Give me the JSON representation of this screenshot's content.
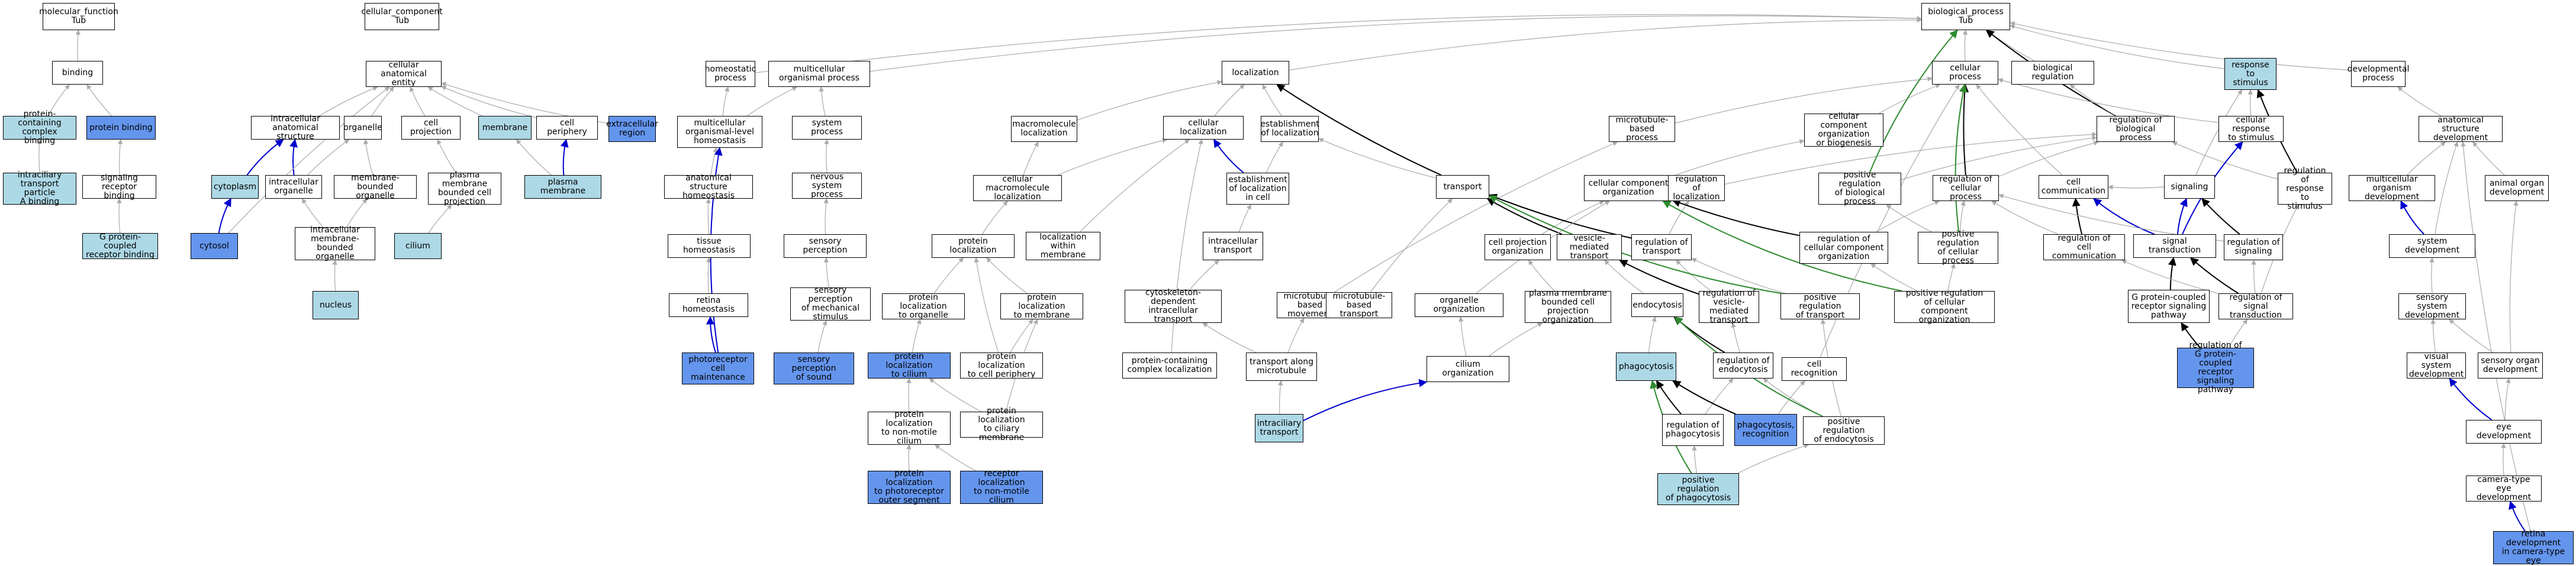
{
  "colors": {
    "plain": "#ffffff",
    "light": "#add8e6",
    "dark": "#6495ed",
    "edge_gray": "#aaaaaa",
    "edge_black": "#000000",
    "edge_blue": "#0000cd",
    "edge_green": "#2e8b2e"
  },
  "nodes": [
    {
      "id": "mf",
      "label": "molecular_function\nTub",
      "style": "plain"
    },
    {
      "id": "cc",
      "label": "cellular_component\nTub",
      "style": "plain"
    },
    {
      "id": "bp",
      "label": "biological_process\nTub",
      "style": "plain"
    },
    {
      "id": "binding",
      "label": "binding",
      "style": "plain"
    },
    {
      "id": "pcb",
      "label": "protein-containing\ncomplex binding",
      "style": "light"
    },
    {
      "id": "pb",
      "label": "protein binding",
      "style": "dark"
    },
    {
      "id": "itpab",
      "label": "intraciliary\ntransport particle\nA binding",
      "style": "light"
    },
    {
      "id": "srb",
      "label": "signaling receptor\nbinding",
      "style": "plain"
    },
    {
      "id": "gpcrb",
      "label": "G protein-coupled\nreceptor binding",
      "style": "light"
    },
    {
      "id": "cae",
      "label": "cellular anatomical\nentity",
      "style": "plain"
    },
    {
      "id": "ias",
      "label": "intracellular\nanatomical structure",
      "style": "plain"
    },
    {
      "id": "organelle",
      "label": "organelle",
      "style": "plain"
    },
    {
      "id": "cproj",
      "label": "cell projection",
      "style": "plain"
    },
    {
      "id": "membrane",
      "label": "membrane",
      "style": "light"
    },
    {
      "id": "cperiph",
      "label": "cell periphery",
      "style": "plain"
    },
    {
      "id": "ecr",
      "label": "extracellular\nregion",
      "style": "dark"
    },
    {
      "id": "cytoplasm",
      "label": "cytoplasm",
      "style": "light"
    },
    {
      "id": "io",
      "label": "intracellular\norganelle",
      "style": "plain"
    },
    {
      "id": "mbo",
      "label": "membrane-bounded\norganelle",
      "style": "plain"
    },
    {
      "id": "pmbcp",
      "label": "plasma membrane\nbounded cell\nprojection",
      "style": "plain"
    },
    {
      "id": "pm",
      "label": "plasma membrane",
      "style": "light"
    },
    {
      "id": "cytosol",
      "label": "cytosol",
      "style": "dark"
    },
    {
      "id": "imbo",
      "label": "intracellular\nmembrane-bounded\norganelle",
      "style": "plain"
    },
    {
      "id": "cilium",
      "label": "cilium",
      "style": "light"
    },
    {
      "id": "nucleus",
      "label": "nucleus",
      "style": "light"
    },
    {
      "id": "homeo",
      "label": "homeostatic\nprocess",
      "style": "plain"
    },
    {
      "id": "mop",
      "label": "multicellular\norganismal process",
      "style": "plain"
    },
    {
      "id": "molh",
      "label": "multicellular\norganismal-level\nhomeostasis",
      "style": "plain"
    },
    {
      "id": "sysp",
      "label": "system process",
      "style": "plain"
    },
    {
      "id": "ash",
      "label": "anatomical structure\nhomeostasis",
      "style": "plain"
    },
    {
      "id": "nsp",
      "label": "nervous system\nprocess",
      "style": "plain"
    },
    {
      "id": "th",
      "label": "tissue homeostasis",
      "style": "plain"
    },
    {
      "id": "sensp",
      "label": "sensory perception",
      "style": "plain"
    },
    {
      "id": "rh",
      "label": "retina homeostasis",
      "style": "plain"
    },
    {
      "id": "spms",
      "label": "sensory perception\nof mechanical\nstimulus",
      "style": "plain"
    },
    {
      "id": "pcm",
      "label": "photoreceptor\ncell maintenance",
      "style": "dark"
    },
    {
      "id": "sps",
      "label": "sensory perception\nof sound",
      "style": "dark"
    },
    {
      "id": "loc",
      "label": "localization",
      "style": "plain"
    },
    {
      "id": "macloc",
      "label": "macromolecule\nlocalization",
      "style": "plain"
    },
    {
      "id": "cloc",
      "label": "cellular localization",
      "style": "plain"
    },
    {
      "id": "eloc",
      "label": "establishment\nof localization",
      "style": "plain"
    },
    {
      "id": "cmloc",
      "label": "cellular macromolecule\nlocalization",
      "style": "plain"
    },
    {
      "id": "elocc",
      "label": "establishment\nof localization\nin cell",
      "style": "plain"
    },
    {
      "id": "ploc",
      "label": "protein localization",
      "style": "plain"
    },
    {
      "id": "lwm",
      "label": "localization\nwithin membrane",
      "style": "plain"
    },
    {
      "id": "ict",
      "label": "intracellular\ntransport",
      "style": "plain"
    },
    {
      "id": "plorg",
      "label": "protein localization\nto organelle",
      "style": "plain"
    },
    {
      "id": "plmem",
      "label": "protein localization\nto membrane",
      "style": "plain"
    },
    {
      "id": "cdit",
      "label": "cytoskeleton-dependent\nintracellular\ntransport",
      "style": "plain"
    },
    {
      "id": "mbm",
      "label": "microtubule-based\nmovement",
      "style": "plain"
    },
    {
      "id": "mbt",
      "label": "microtubule-based\ntransport",
      "style": "plain"
    },
    {
      "id": "plcil",
      "label": "protein localization\nto cilium",
      "style": "dark"
    },
    {
      "id": "plcp",
      "label": "protein localization\nto cell periphery",
      "style": "plain"
    },
    {
      "id": "pcloc",
      "label": "protein-containing\ncomplex localization",
      "style": "plain"
    },
    {
      "id": "tam",
      "label": "transport along\nmicrotubule",
      "style": "plain"
    },
    {
      "id": "plnmc",
      "label": "protein localization\nto non-motile\ncilium",
      "style": "plain"
    },
    {
      "id": "plcm",
      "label": "protein localization\nto ciliary membrane",
      "style": "plain"
    },
    {
      "id": "ift",
      "label": "intraciliary\ntransport",
      "style": "light"
    },
    {
      "id": "plpos",
      "label": "protein localization\nto photoreceptor\nouter segment",
      "style": "dark"
    },
    {
      "id": "rlnmc",
      "label": "receptor localization\nto non-motile\ncilium",
      "style": "dark"
    },
    {
      "id": "cp",
      "label": "cellular process",
      "style": "plain"
    },
    {
      "id": "br",
      "label": "biological regulation",
      "style": "plain"
    },
    {
      "id": "rts",
      "label": "response to\nstimulus",
      "style": "light"
    },
    {
      "id": "devp",
      "label": "developmental\nprocess",
      "style": "plain"
    },
    {
      "id": "mtbp",
      "label": "microtubule-based\nprocess",
      "style": "plain"
    },
    {
      "id": "ccob",
      "label": "cellular component\norganization\nor biogenesis",
      "style": "plain"
    },
    {
      "id": "rbp",
      "label": "regulation of\nbiological process",
      "style": "plain"
    },
    {
      "id": "crs",
      "label": "cellular response\nto stimulus",
      "style": "plain"
    },
    {
      "id": "asd",
      "label": "anatomical structure\ndevelopment",
      "style": "plain"
    },
    {
      "id": "transport",
      "label": "transport",
      "style": "plain"
    },
    {
      "id": "cco",
      "label": "cellular component\norganization",
      "style": "plain"
    },
    {
      "id": "rloc",
      "label": "regulation of\nlocalization",
      "style": "plain"
    },
    {
      "id": "prbp",
      "label": "positive regulation\nof biological\nprocess",
      "style": "plain"
    },
    {
      "id": "rcp",
      "label": "regulation of\ncellular process",
      "style": "plain"
    },
    {
      "id": "ccomm",
      "label": "cell communication",
      "style": "plain"
    },
    {
      "id": "signaling",
      "label": "signaling",
      "style": "plain"
    },
    {
      "id": "rrs",
      "label": "regulation of\nresponse to\nstimulus",
      "style": "plain"
    },
    {
      "id": "mod",
      "label": "multicellular\norganism development",
      "style": "plain"
    },
    {
      "id": "aod",
      "label": "animal organ\ndevelopment",
      "style": "plain"
    },
    {
      "id": "cpo",
      "label": "cell projection\norganization",
      "style": "plain"
    },
    {
      "id": "vmt",
      "label": "vesicle-mediated\ntransport",
      "style": "plain"
    },
    {
      "id": "rt",
      "label": "regulation of\ntransport",
      "style": "plain"
    },
    {
      "id": "rcco",
      "label": "regulation of\ncellular component\norganization",
      "style": "plain"
    },
    {
      "id": "prcp",
      "label": "positive regulation\nof cellular\nprocess",
      "style": "plain"
    },
    {
      "id": "rcc",
      "label": "regulation of\ncell communication",
      "style": "plain"
    },
    {
      "id": "st",
      "label": "signal transduction",
      "style": "plain"
    },
    {
      "id": "rsig",
      "label": "regulation of\nsignaling",
      "style": "plain"
    },
    {
      "id": "sysdev",
      "label": "system development",
      "style": "plain"
    },
    {
      "id": "oo",
      "label": "organelle organization",
      "style": "plain"
    },
    {
      "id": "pmbcpo",
      "label": "plasma membrane\nbounded cell\nprojection organization",
      "style": "plain"
    },
    {
      "id": "endo",
      "label": "endocytosis",
      "style": "plain"
    },
    {
      "id": "rvmt",
      "label": "regulation of\nvesicle-mediated\ntransport",
      "style": "plain"
    },
    {
      "id": "prt",
      "label": "positive regulation\nof transport",
      "style": "plain"
    },
    {
      "id": "prcco",
      "label": "positive regulation\nof cellular\ncomponent organization",
      "style": "plain"
    },
    {
      "id": "gpcrsp",
      "label": "G protein-coupled\nreceptor signaling\npathway",
      "style": "plain"
    },
    {
      "id": "rst",
      "label": "regulation of\nsignal transduction",
      "style": "plain"
    },
    {
      "id": "ssd",
      "label": "sensory system\ndevelopment",
      "style": "plain"
    },
    {
      "id": "co",
      "label": "cilium organization",
      "style": "plain"
    },
    {
      "id": "phago",
      "label": "phagocytosis",
      "style": "light"
    },
    {
      "id": "rendo",
      "label": "regulation of\nendocytosis",
      "style": "plain"
    },
    {
      "id": "crec",
      "label": "cell recognition",
      "style": "plain"
    },
    {
      "id": "rgpcr",
      "label": "regulation of\nG protein-coupled\nreceptor signaling\npathway",
      "style": "dark"
    },
    {
      "id": "vsd",
      "label": "visual system\ndevelopment",
      "style": "plain"
    },
    {
      "id": "sod",
      "label": "sensory organ\ndevelopment",
      "style": "plain"
    },
    {
      "id": "rphago",
      "label": "regulation of\nphagocytosis",
      "style": "plain"
    },
    {
      "id": "phrec",
      "label": "phagocytosis,\nrecognition",
      "style": "dark"
    },
    {
      "id": "prendo",
      "label": "positive regulation\nof endocytosis",
      "style": "plain"
    },
    {
      "id": "eyedev",
      "label": "eye development",
      "style": "plain"
    },
    {
      "id": "pregp",
      "label": "positive regulation\nof phagocytosis",
      "style": "light"
    },
    {
      "id": "ctedev",
      "label": "camera-type\neye development",
      "style": "plain"
    },
    {
      "id": "rdcte",
      "label": "retina development\nin camera-type\neye",
      "style": "dark"
    }
  ]
}
